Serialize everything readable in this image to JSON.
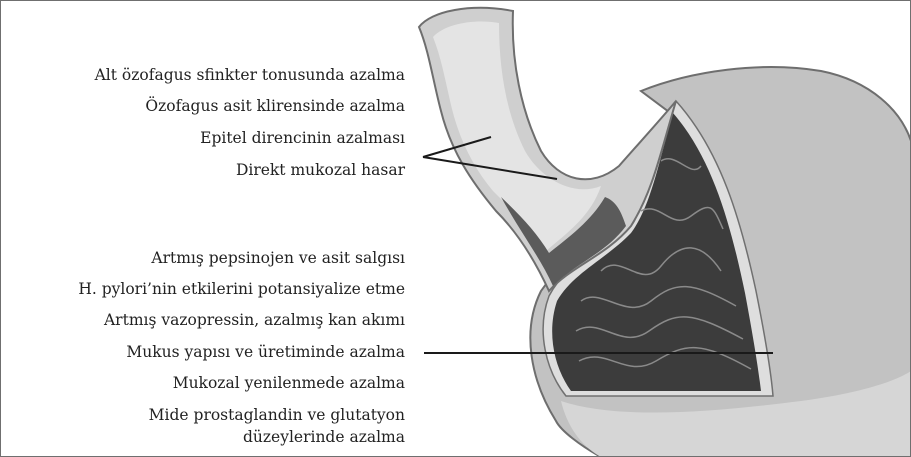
{
  "figure": {
    "upper_labels": [
      "Alt özofagus sfinkter tonusunda azalma",
      "Özofagus asit klirensinde azalma",
      "Epitel direncinin azalması",
      "Direkt mukozal hasar"
    ],
    "lower_labels": [
      "Artmış pepsinojen ve asit salgısı",
      "H. pylori’nin etkilerini potansiyalize etme",
      "Artmış vazopressin, azalmış kan akımı",
      "Mukus yapısı ve üretiminde azalma",
      "Mukozal yenilenmede azalma",
      "Mide prostaglandin ve glutatyon",
      "düzeylerinde azalma"
    ]
  },
  "colors": {
    "text": "#222222",
    "stomach_outer": "#b9b9b9",
    "mucosa": "#3c3c3c",
    "esophagus_lumen": "#d7d7d7"
  }
}
